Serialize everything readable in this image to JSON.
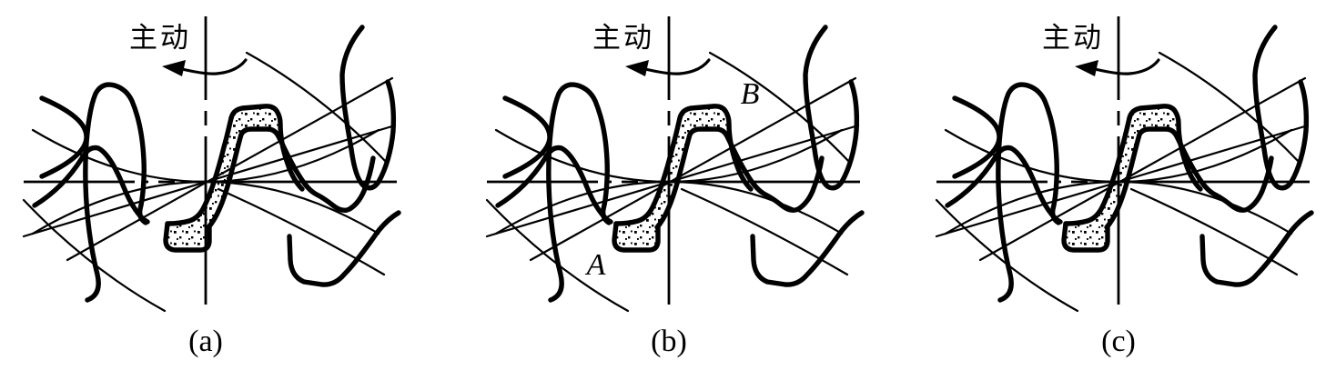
{
  "colors": {
    "ink": "#000000",
    "background": "#ffffff"
  },
  "panels": [
    {
      "caption": "(a)",
      "driving_label": "主动"
    },
    {
      "caption": "(b)",
      "driving_label": "主动",
      "point_label_a": "A",
      "point_label_b": "B"
    },
    {
      "caption": "(c)",
      "driving_label": "主动"
    }
  ]
}
